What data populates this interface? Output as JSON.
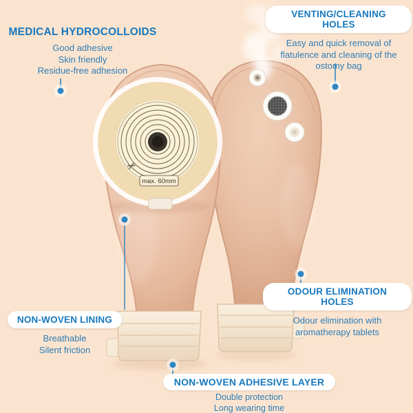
{
  "colors": {
    "background": "#fbe4cf",
    "accent_blue": "#1778be",
    "desc_blue": "#2d7db8",
    "dot_blue": "#2e86c4",
    "bag_pink": "#ecc9b2",
    "baseplate_cream": "#fbf2d7"
  },
  "callouts": {
    "hydrocolloids": {
      "title": "MEDICAL HYDROCOLLOIDS",
      "desc": [
        "Good adhesive",
        "Skin friendly",
        "Residue-free adhesion"
      ]
    },
    "venting": {
      "title": "VENTING/CLEANING HOLES",
      "desc": [
        "Easy and quick removal of",
        "flatulence and cleaning of the",
        "ostomy bag"
      ]
    },
    "odour": {
      "title": "ODOUR ELIMINATION HOLES",
      "desc": [
        "Odour elimination with",
        "aromatherapy tablets"
      ]
    },
    "lining": {
      "title": "NON-WOVEN LINING",
      "desc": [
        "Breathable",
        "Silent friction"
      ]
    },
    "adhesive": {
      "title": "NON-WOVEN ADHESIVE LAYER",
      "desc": [
        "Double protection",
        "Long wearing time"
      ]
    }
  },
  "product": {
    "baseplate_label": "max. 60mm",
    "scissors_icon": "✂"
  }
}
